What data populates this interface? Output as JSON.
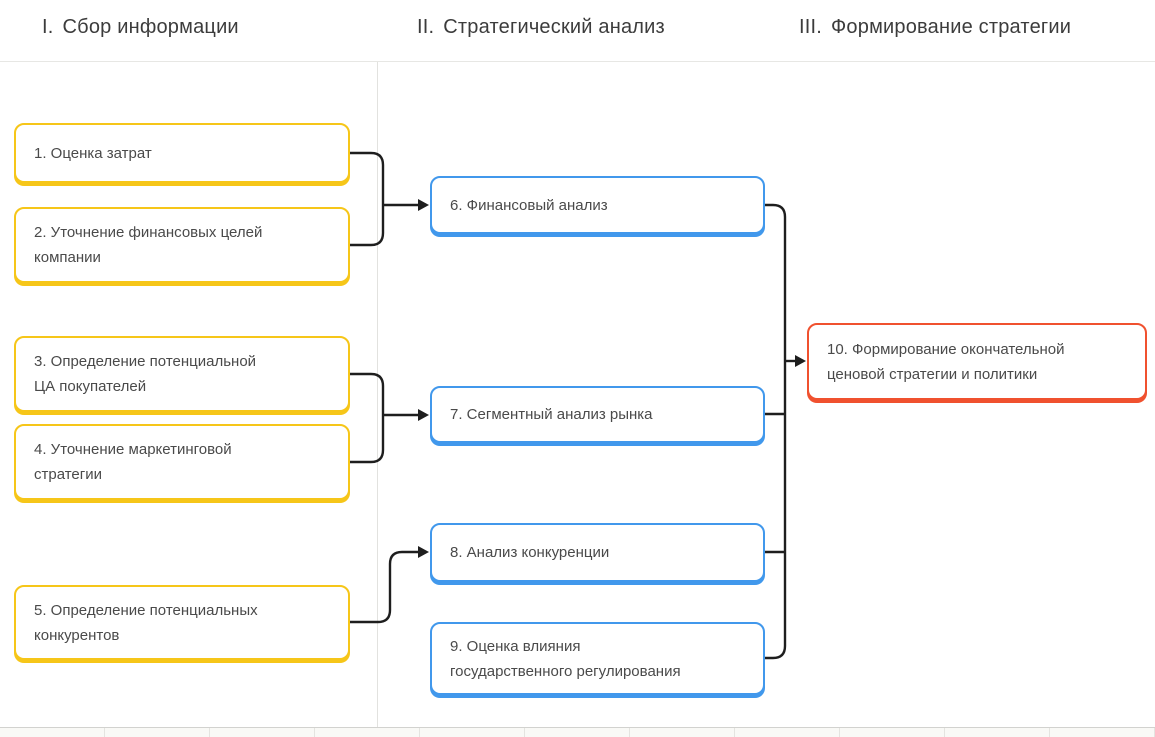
{
  "colors": {
    "yellow": "#F6C619",
    "blue": "#4198EC",
    "red": "#F0512F",
    "connector": "#1E1E1E",
    "node_text": "#4A4A4A",
    "header_text": "#3C3C3C"
  },
  "diagram": {
    "columns": [
      {
        "numeral": "I.",
        "title": "Сбор информации"
      },
      {
        "numeral": "II.",
        "title": "Стратегический анализ"
      },
      {
        "numeral": "III.",
        "title": "Формирование стратегии"
      }
    ],
    "nodes": [
      {
        "id": "1",
        "label": "1. Оценка затрат",
        "color": "yellow"
      },
      {
        "id": "2",
        "label": "2. Уточнение финансовых целей\nкомпании",
        "color": "yellow"
      },
      {
        "id": "3",
        "label": "3. Определение потенциальной\nЦА покупателей",
        "color": "yellow"
      },
      {
        "id": "4",
        "label": "4. Уточнение маркетинговой\nстратегии",
        "color": "yellow"
      },
      {
        "id": "5",
        "label": "5. Определение потенциальных\nконкурентов",
        "color": "yellow"
      },
      {
        "id": "6",
        "label": "6. Финансовый анализ",
        "color": "blue"
      },
      {
        "id": "7",
        "label": "7. Сегментный анализ рынка",
        "color": "blue"
      },
      {
        "id": "8",
        "label": "8. Анализ конкуренции",
        "color": "blue"
      },
      {
        "id": "9",
        "label": "9. Оценка влияния\nгосударственного регулирования",
        "color": "blue"
      },
      {
        "id": "10",
        "label": "10. Формирование окончательной\nценовой стратегии и политики",
        "color": "red"
      }
    ],
    "edges": [
      {
        "from": [
          "1",
          "2"
        ],
        "to": "6"
      },
      {
        "from": [
          "3",
          "4"
        ],
        "to": "7"
      },
      {
        "from": [
          "5"
        ],
        "to": "8"
      },
      {
        "from": [
          "6",
          "7",
          "8",
          "9"
        ],
        "to": "10"
      }
    ]
  }
}
